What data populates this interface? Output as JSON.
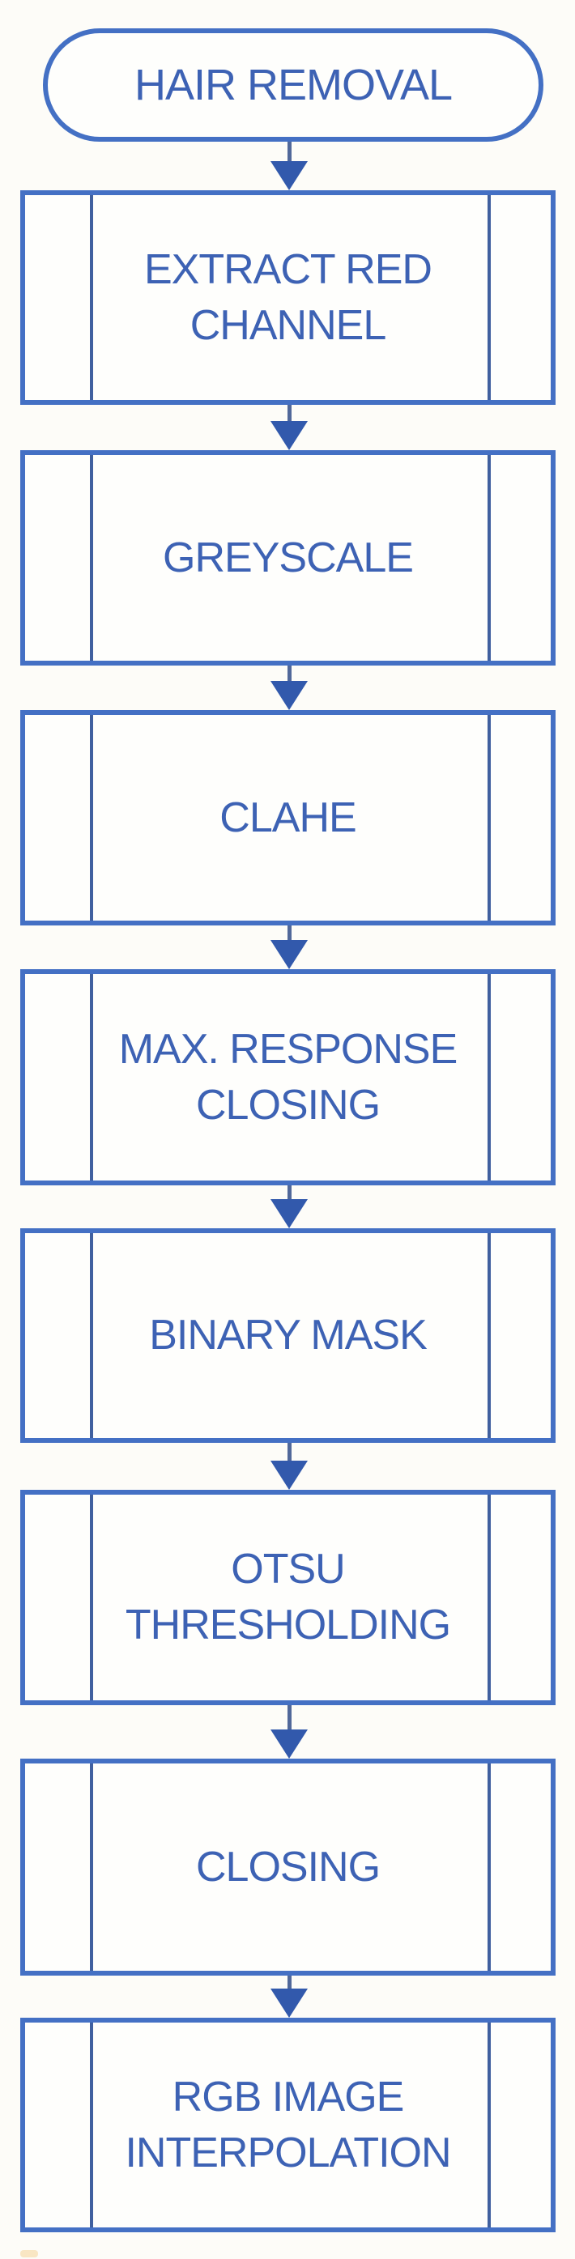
{
  "flowchart": {
    "start": {
      "label": "HAIR REMOVAL"
    },
    "steps": [
      {
        "label": "EXTRACT RED CHANNEL"
      },
      {
        "label": "GREYSCALE"
      },
      {
        "label": "CLAHE"
      },
      {
        "label": "MAX. RESPONSE CLOSING"
      },
      {
        "label": "BINARY MASK"
      },
      {
        "label": "OTSU THRESHOLDING"
      },
      {
        "label": "CLOSING"
      },
      {
        "label": "RGB IMAGE INTERPOLATION"
      }
    ],
    "colors": {
      "outline": "#4470c4",
      "inner_line": "#40609f",
      "text": "#3d62b4",
      "arrow_head": "#3259ac",
      "arrow_shaft": "#51689a",
      "background": "#fdfcf8",
      "node_fill": "#fefefc"
    }
  }
}
